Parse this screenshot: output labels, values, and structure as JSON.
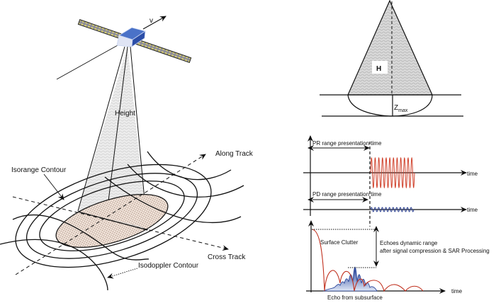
{
  "left_diagram": {
    "velocity_label": "v",
    "height_label": "Height",
    "along_track_label": "Along Track",
    "cross_track_label": "Cross Track",
    "isorange_label": "Isorange Contour",
    "isodoppler_label": "Isodoppler Contour"
  },
  "cone_diagram": {
    "height_label": "H",
    "zmax_label": "Z",
    "zmax_subscript": "max"
  },
  "timing_diagram": {
    "pr_label": "PR range presentation time",
    "pd_label": "PD  range presentation time",
    "time_axis_1": "time",
    "time_axis_2": "time"
  },
  "echo_diagram": {
    "surface_clutter_label": "Surface Clutter",
    "dynamic_range_line1": "Echoes dynamic range",
    "dynamic_range_line2": "after signal compression & SAR Processing",
    "subsurface_label": "Echo from subsurface",
    "time_axis": "time"
  },
  "colors": {
    "satellite_body": "#2b4ea8",
    "solar_panel": "#c8c060",
    "footprint_fill": "#e8d8cc",
    "beam_fill": "#e6e6e6",
    "pr_signal": "#d0402a",
    "pd_signal": "#2a3f90",
    "clutter": "#c0301e",
    "subsurface": "#1e3c96"
  }
}
